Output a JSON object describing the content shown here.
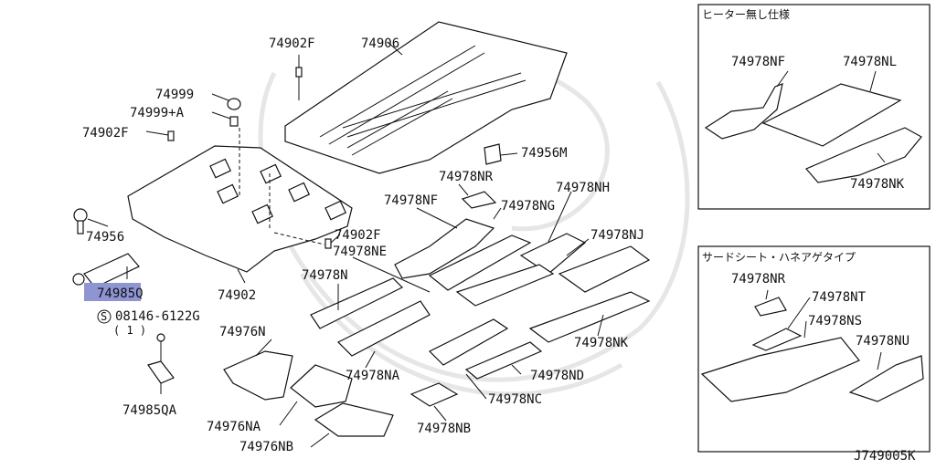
{
  "labels": {
    "p74906": "74906",
    "p74902f_top": "74902F",
    "p74999": "74999",
    "p74999a": "74999+A",
    "p74902f_left": "74902F",
    "p74956m": "74956M",
    "p74978nr": "74978NR",
    "p74978nf": "74978NF",
    "p74978ng": "74978NG",
    "p74978nh": "74978NH",
    "p74956": "74956",
    "p74902f_mid": "74902F",
    "p74978ne": "74978NE",
    "p74978nj": "74978NJ",
    "p74978n": "74978N",
    "p74985q": "74985Q",
    "p74902": "74902",
    "p08146": "08146-6122G",
    "p08146_qty": "( 1 )",
    "p08146_s": "S",
    "p74976n": "74976N",
    "p74978nk": "74978NK",
    "p74978na": "74978NA",
    "p74978nd": "74978ND",
    "p74978nc": "74978NC",
    "p74985qa": "74985QA",
    "p74976na": "74976NA",
    "p74978nb": "74978NB",
    "p74976nb": "74976NB"
  },
  "inset_top": {
    "title": "ヒーター無し仕様",
    "nf": "74978NF",
    "nl": "74978NL",
    "nk": "74978NK"
  },
  "inset_bottom": {
    "title": "サードシート・ハネアゲタイプ",
    "nr": "74978NR",
    "nt": "74978NT",
    "ns": "74978NS",
    "nu": "74978NU"
  },
  "diagram_code": "J749005K",
  "colors": {
    "highlight": "#8f95d3",
    "line": "#111111",
    "watermark": "#e6e6e6"
  }
}
